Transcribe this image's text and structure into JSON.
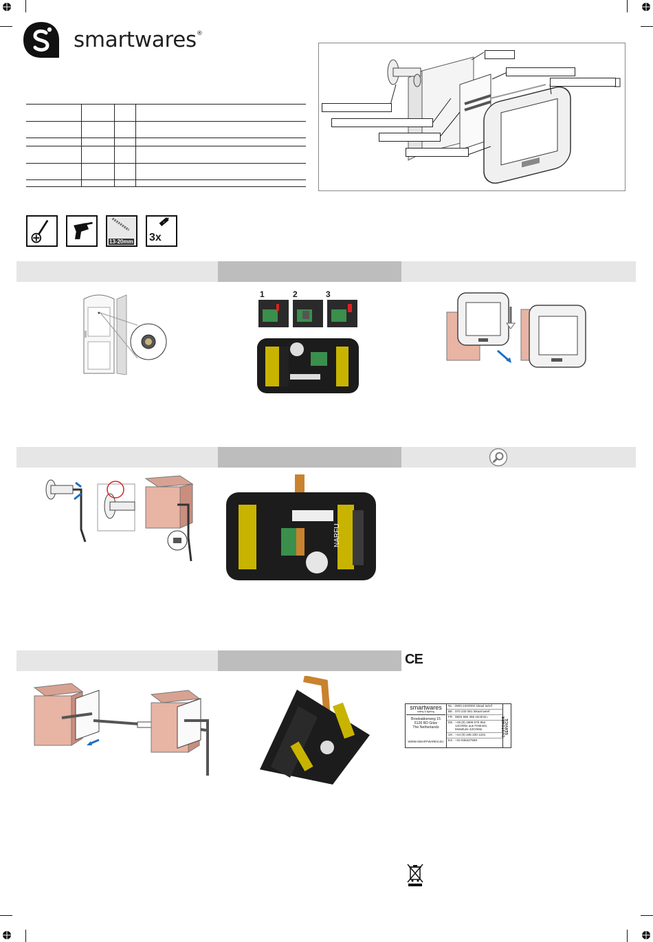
{
  "brand": {
    "name": "smartwares",
    "trademark": "®"
  },
  "tools": {
    "drill_bit_label": "13-20mm",
    "battery_count": "3x"
  },
  "step2": {
    "labels": [
      "1",
      "2",
      "3"
    ]
  },
  "battery_pack": {
    "brand_text": "NARFU"
  },
  "service": {
    "brand": "smartwares",
    "tagline": "safety & lighting",
    "address": [
      "Broekakkerweg 15",
      "5126 BD Gilze",
      "The Netherlands"
    ],
    "website": "WWW.SMARTWARES.EU",
    "phones": [
      "NL : 0900-2400000 lokaal tarief",
      "BE : 070 233 051 lokaal tarief",
      "FR : 0825 566 459 15ct/min.",
      "DE : +49 (0) 1805 070 952",
      "14Ct/Min aus Festnetz,",
      "Mobilfunk 42Ct/Min.",
      "UK : +44 (0) 345 230 1231",
      "ES : +34 938427589"
    ],
    "side_label": "CUSTOMER SERVICE"
  },
  "ce_mark": "CE"
}
